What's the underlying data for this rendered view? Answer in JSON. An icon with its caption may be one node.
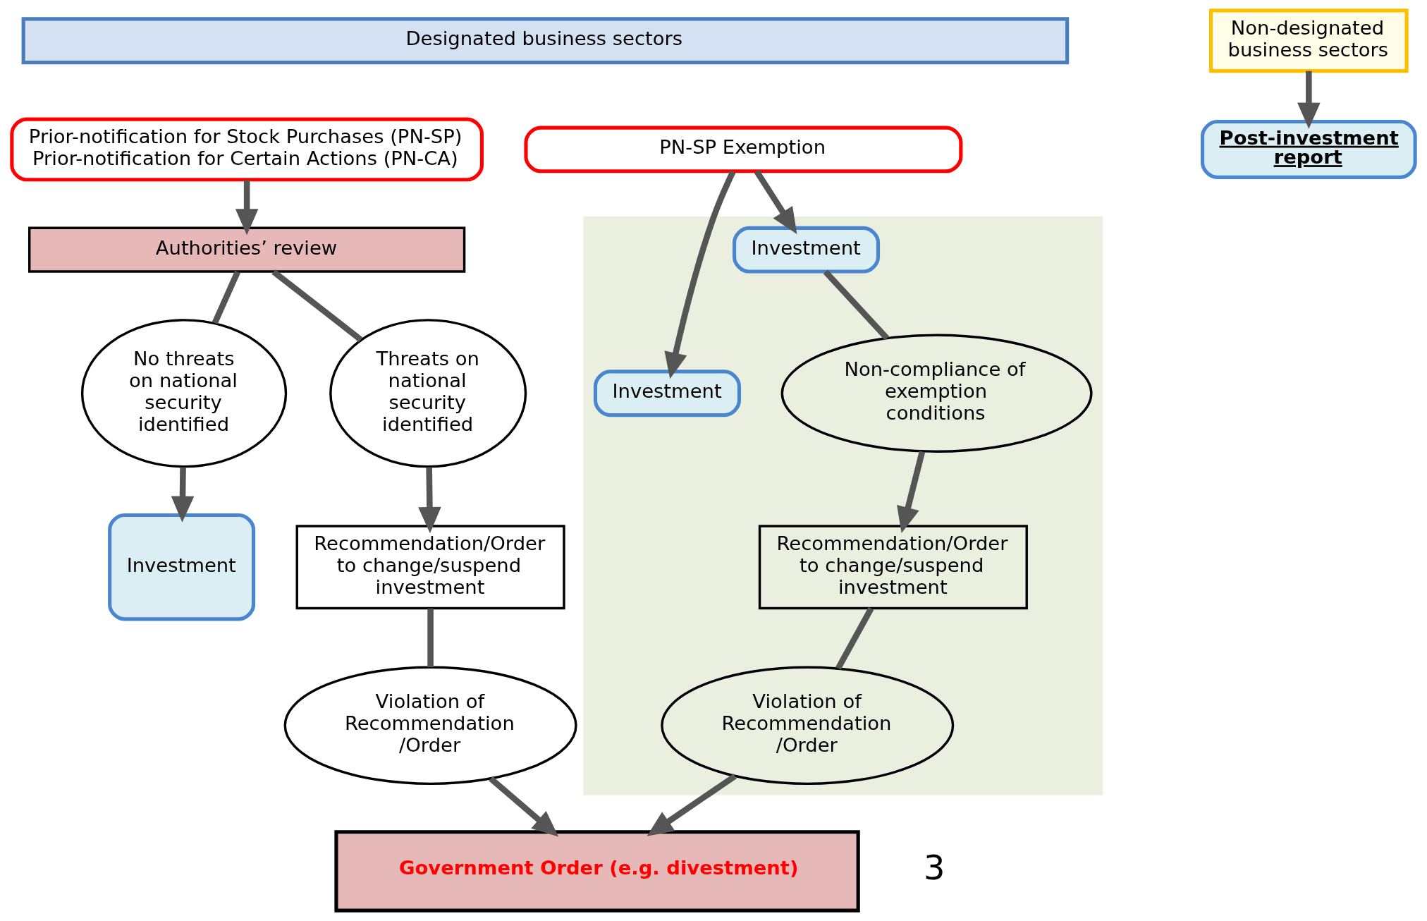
{
  "diagram": {
    "nodes": [
      {
        "text": [
          "Designated business sectors"
        ]
      },
      {
        "text": [
          "Non-designated business sectors"
        ]
      },
      {
        "text": [
          "Prior-notification for Stock Purchases (PN-SP)",
          "Prior-notification for Certain Actions (PN-CA)"
        ]
      },
      {
        "text": [
          "Authorities’ review"
        ]
      },
      {
        "text": [
          "No threats on national security identified"
        ]
      },
      {
        "text": [
          "Threats on national security identified"
        ]
      },
      {
        "text": [
          "Investment"
        ]
      },
      {
        "text": [
          "Recommendation/Order to change/suspend investment"
        ]
      },
      {
        "text": [
          "Violation of Recommendation /Order"
        ]
      },
      {
        "text": [
          "PN-SP Exemption"
        ]
      },
      {
        "text": [],
        "shape": "box"
      },
      {
        "text": [
          "Investment"
        ],
        "in": 10
      },
      {
        "text": [
          "Investment"
        ],
        "in": 10
      },
      {
        "text": [
          "Non-compliance of exemption conditions"
        ],
        "in": 10
      },
      {
        "text": [
          "Recommendation/Order to change/suspend investment"
        ],
        "in": 10
      },
      {
        "text": [
          "Violation of Recommendation /Order"
        ],
        "in": 10
      },
      {
        "text": [
          "Post-investment report"
        ]
      },
      {
        "text": [
          "Government Order (e.g. divestment)"
        ]
      }
    ],
    "edges": [
      {
        "from": 2,
        "to": 3,
        "arrow": "to"
      },
      {
        "from": 3,
        "to": 4,
        "arrow": "none"
      },
      {
        "from": 3,
        "to": 5,
        "arrow": "none"
      },
      {
        "from": 4,
        "to": 6,
        "arrow": "to"
      },
      {
        "from": 5,
        "to": 7,
        "arrow": "to"
      },
      {
        "from": 7,
        "to": 8,
        "arrow": "none"
      },
      {
        "from": 8,
        "to": 17,
        "arrow": "to"
      },
      {
        "from": 9,
        "to": 11,
        "arrow": "to"
      },
      {
        "from": 9,
        "to": 12,
        "arrow": "to"
      },
      {
        "from": 11,
        "to": 13,
        "arrow": "none"
      },
      {
        "from": 13,
        "to": 14,
        "arrow": "to"
      },
      {
        "from": 14,
        "to": 15,
        "arrow": "none"
      },
      {
        "from": 15,
        "to": 17,
        "arrow": "to"
      },
      {
        "from": 1,
        "to": 16,
        "arrow": "to"
      }
    ],
    "labels": [
      "3"
    ]
  }
}
